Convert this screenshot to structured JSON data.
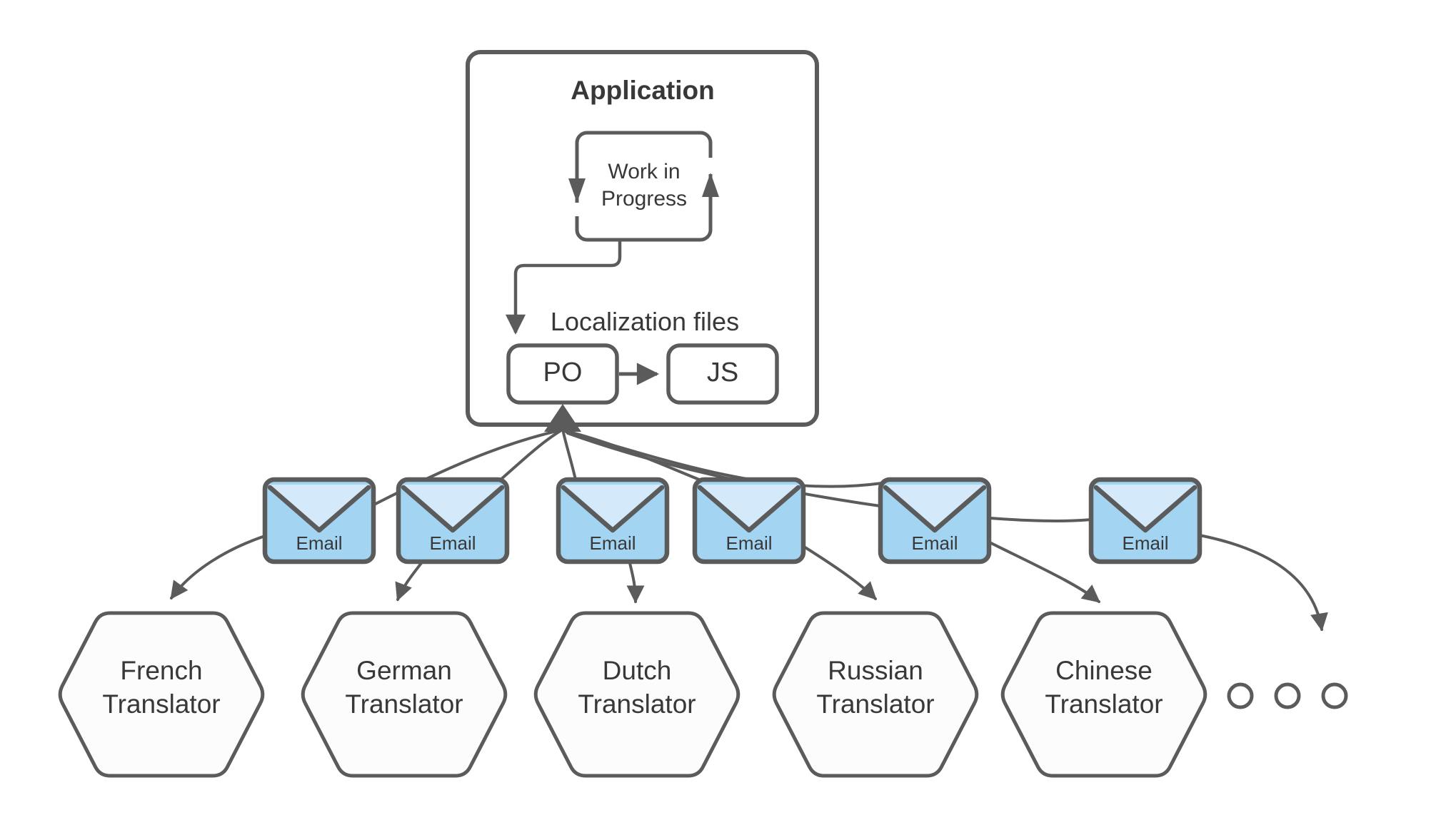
{
  "application": {
    "title": "Application"
  },
  "work_in_progress": {
    "label": "Work in\nProgress"
  },
  "localization": {
    "heading": "Localization files",
    "files": [
      {
        "label": "PO"
      },
      {
        "label": "JS"
      }
    ]
  },
  "emails": [
    {
      "label": "Email"
    },
    {
      "label": "Email"
    },
    {
      "label": "Email"
    },
    {
      "label": "Email"
    },
    {
      "label": "Email"
    },
    {
      "label": "Email"
    }
  ],
  "translators": [
    {
      "label": "French\nTranslator"
    },
    {
      "label": "German\nTranslator"
    },
    {
      "label": "Dutch\nTranslator"
    },
    {
      "label": "Russian\nTranslator"
    },
    {
      "label": "Chinese\nTranslator"
    }
  ],
  "colors": {
    "stroke": "#5b5b5b",
    "text": "#383838",
    "envelope_body": "#a3d5f2",
    "envelope_flap": "#d4eafa",
    "shape_fill": "#fcfcfc",
    "background": "#ffffff"
  }
}
